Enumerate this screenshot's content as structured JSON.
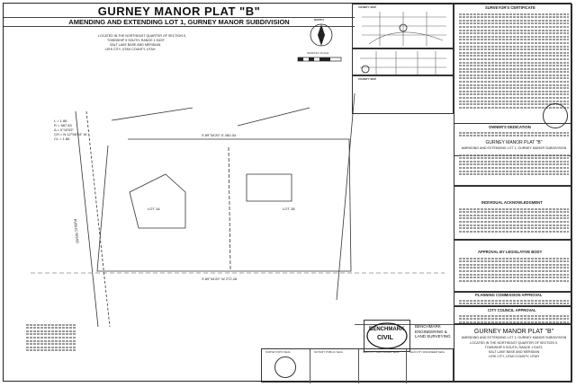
{
  "plat": {
    "title": "GURNEY MANOR PLAT \"B\"",
    "subtitle": "AMENDING AND EXTENDING LOT 1, GURNEY MANOR SUBDIVISION",
    "location_lines": [
      "LOCATED IN THE NORTHEAST QUARTER OF SECTION 9,",
      "TOWNSHIP 5 SOUTH, RANGE 1 EAST,",
      "SALT LAKE BASE AND MERIDIAN",
      "LEHI CITY, UTAH COUNTY, UTAH"
    ]
  },
  "north_arrow": {
    "label": "NORTH",
    "scale_label": "GRAPHIC SCALE"
  },
  "vicinity": {
    "label_top": "VICINITY MAP",
    "label_bottom": "VICINITY MAP"
  },
  "notes_title": "SURVEYOR'S CERTIFICATE",
  "owners_title": "OWNER'S DEDICATION",
  "owners_plat_name": "GURNEY MANOR PLAT \"B\"",
  "owners_plat_sub": "AMENDING AND EXTENDING LOT 1, GURNEY MANOR SUBDIVISION",
  "acknowledgment_title": "INDIVIDUAL ACKNOWLEDGMENT",
  "approval_title": "APPROVAL BY LEGISLATIVE BODY",
  "planning_title": "PLANNING COMMISSION APPROVAL",
  "counsel_title": "CITY COUNCIL APPROVAL",
  "title_block": {
    "firm_line1": "BENCHMARK",
    "firm_line2": "CIVIL",
    "firm_name_lines": [
      "BENCHMARK",
      "ENGINEERING &",
      "LAND SURVEYING"
    ],
    "plat_name": "GURNEY MANOR PLAT \"B\"",
    "plat_sub": "AMENDING AND EXTENDING LOT 1, GURNEY MANOR SUBDIVISION",
    "loc_lines": [
      "LOCATED IN THE NORTHEAST QUARTER OF SECTION 9,",
      "TOWNSHIP 5 SOUTH, RANGE 1 EAST,",
      "SALT LAKE BASE AND MERIDIAN",
      "LEHI CITY, UTAH COUNTY, UTAH"
    ]
  },
  "seals": {
    "surveyor": "SURVEYOR'S SEAL",
    "notary": "NOTARY PUBLIC SEAL",
    "recorder": "LEHI CITY RECORDER SEAL",
    "engineer": "LEHI CITY ENGINEER SEAL"
  },
  "map_labels": {
    "lot": "LOT 1A",
    "lot2": "LOT 1B",
    "street": "PUBLIC ROAD",
    "bearing_top": "S 89°34'20\" E 260.34",
    "bearing_bottom": "S 89°34'20\" W 272.28",
    "curve_lines": [
      "L = 1.86",
      "R = 587.83",
      "Δ = 0°10'53\"",
      "CH = N 12°58'44\" W",
      "CL = 1.86"
    ]
  }
}
